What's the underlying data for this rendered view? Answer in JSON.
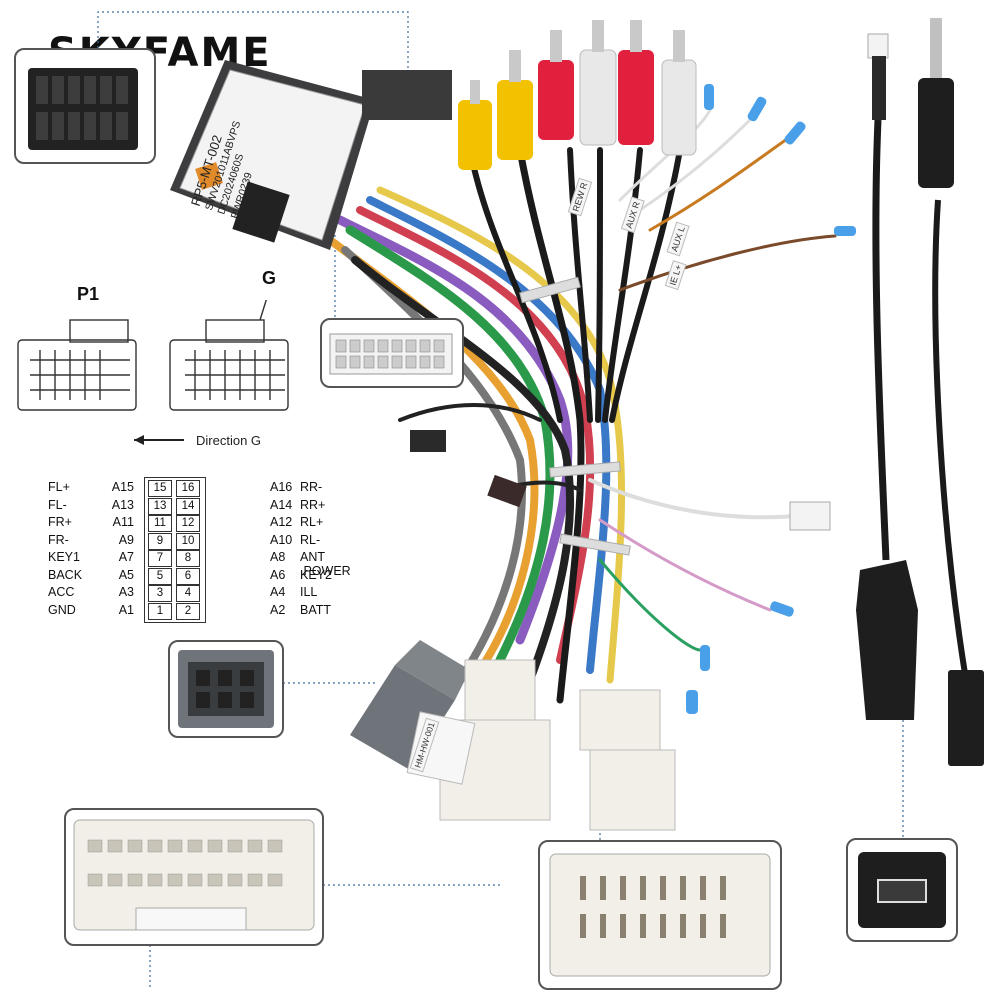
{
  "brand": {
    "name": "SKYFAME"
  },
  "adapter_box": {
    "model": "RP5-MT-002",
    "lines": [
      "SWV201011ABVPS",
      "DC2024060S",
      "PWR0239"
    ]
  },
  "connector_labels": {
    "p1": "P1",
    "g": "G"
  },
  "direction": {
    "text": "Direction G"
  },
  "pinout": {
    "rows": [
      {
        "sig_l": "FL+",
        "code_l": "A15",
        "pin_l": "15",
        "pin_r": "16",
        "code_r": "A16",
        "sig_r": "RR-"
      },
      {
        "sig_l": "FL-",
        "code_l": "A13",
        "pin_l": "13",
        "pin_r": "14",
        "code_r": "A14",
        "sig_r": "RR+"
      },
      {
        "sig_l": "FR+",
        "code_l": "A11",
        "pin_l": "11",
        "pin_r": "12",
        "code_r": "A12",
        "sig_r": "RL+"
      },
      {
        "sig_l": "FR-",
        "code_l": "A9",
        "pin_l": "9",
        "pin_r": "10",
        "code_r": "A10",
        "sig_r": "RL-"
      },
      {
        "sig_l": "KEY1",
        "code_l": "A7",
        "pin_l": "7",
        "pin_r": "8",
        "code_r": "A8",
        "sig_r": "ANT .POWER"
      },
      {
        "sig_l": "BACK",
        "code_l": "A5",
        "pin_l": "5",
        "pin_r": "6",
        "code_r": "A6",
        "sig_r": "KEY2"
      },
      {
        "sig_l": "ACC",
        "code_l": "A3",
        "pin_l": "3",
        "pin_r": "4",
        "code_r": "A4",
        "sig_r": "ILL"
      },
      {
        "sig_l": "GND",
        "code_l": "A1",
        "pin_l": "1",
        "pin_r": "2",
        "code_r": "A2",
        "sig_r": "BATT"
      }
    ]
  },
  "wire_tags": {
    "aux_r": "AUX R",
    "aux_l": "AUX L",
    "rew_r": "REW R",
    "ie_l": "IE L+"
  },
  "bottom_label": {
    "text": "HM-HW-001"
  },
  "colors": {
    "rca_yellow": "#f2c200",
    "rca_red": "#e0203c",
    "rca_white": "#e8e8e8",
    "connector_white": "#f1efe8",
    "connector_grey": "#6f747a"
  }
}
